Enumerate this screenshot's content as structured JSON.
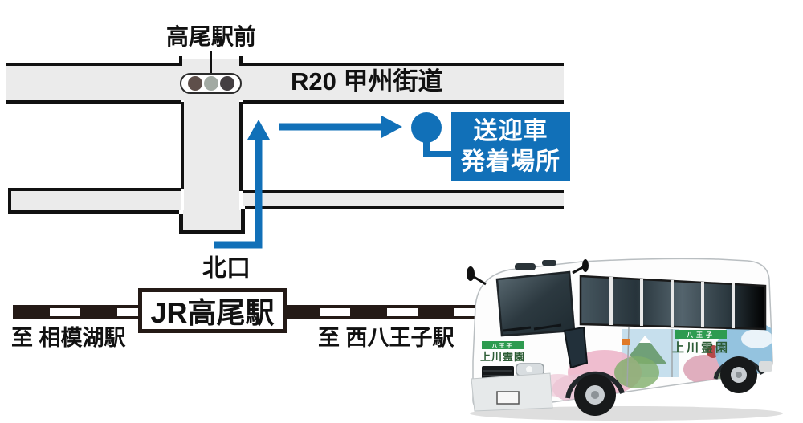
{
  "map": {
    "intersection_label": "高尾駅前",
    "route_label": "R20 甲州街道",
    "pickup_box": {
      "line1": "送迎車",
      "line2": "発着場所"
    },
    "north_exit_label": "北口",
    "station_label": "JR高尾駅",
    "toward_left_label": "至 相模湖駅",
    "toward_right_label": "至 西八王子駅"
  },
  "bus_photo": {
    "front_banner_small": "八王子",
    "front_name": "上川霊園",
    "side_banner_small": "八王子",
    "side_name": "上川霊園"
  },
  "icons": {
    "signal": "traffic-light-icon",
    "pickup_marker": "pickup-point-marker",
    "arrow_up": "route-arrow-up",
    "arrow_right": "route-arrow-right"
  },
  "colors": {
    "route_blue": "#1170b8",
    "road_gray": "#ebebeb",
    "line_black": "#111111",
    "rail_brown": "#241a16",
    "signal_left": "#5e4f4a",
    "signal_center": "#a2aaa3",
    "signal_right": "#443f42",
    "bus_banner_green": "#2e9b50",
    "bus_name_green": "#2c5c35"
  }
}
